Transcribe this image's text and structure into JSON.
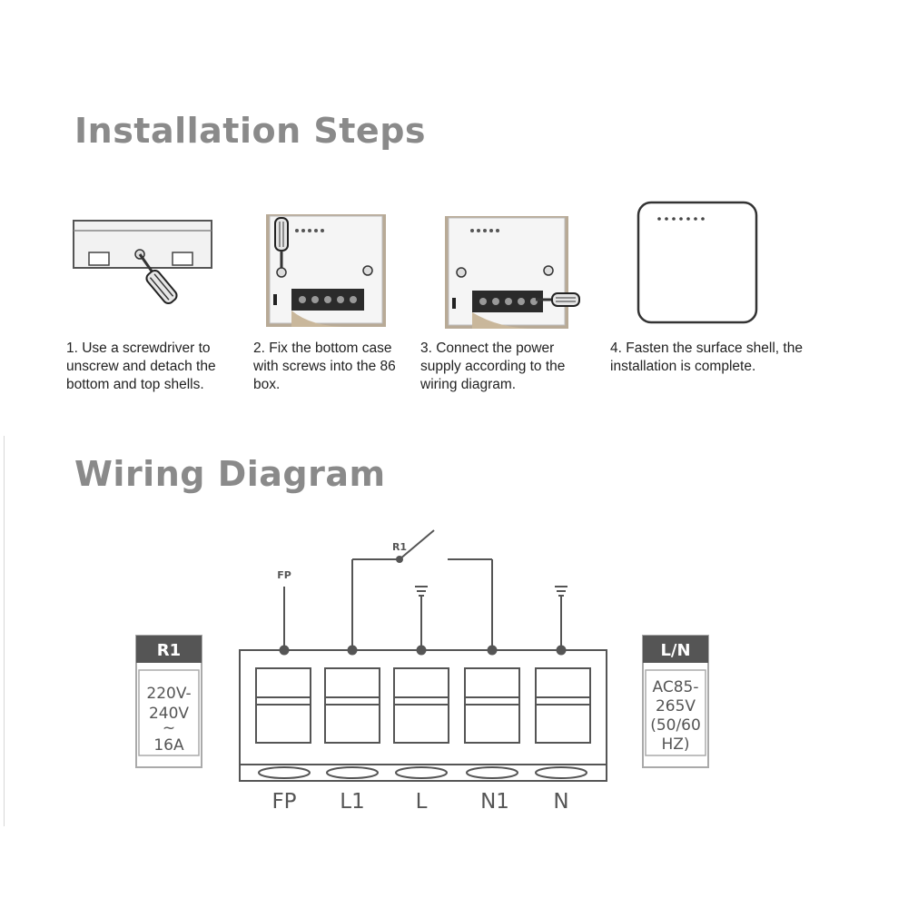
{
  "installation": {
    "heading": "Installation Steps",
    "steps": [
      {
        "text": "1. Use a screwdriver to unscrew and detach the bottom and top shells.",
        "icon": "screwdriver-unscrew-icon"
      },
      {
        "text": "2. Fix the bottom case with screws into the 86 box.",
        "icon": "bottom-case-screws-icon"
      },
      {
        "text": "3. Connect the power supply according to the wiring diagram.",
        "icon": "terminal-wiring-icon"
      },
      {
        "text": "4. Fasten the surface shell, the installation is complete.",
        "icon": "surface-shell-icon"
      }
    ]
  },
  "wiring": {
    "heading": "Wiring Diagram",
    "relay_label": "R1",
    "fp_label": "FP",
    "terminals": [
      "FP",
      "L1",
      "L",
      "N1",
      "N"
    ],
    "left_box": {
      "header": "R1",
      "lines": [
        "220V-",
        "240V",
        "~",
        "16A"
      ]
    },
    "right_box": {
      "header": "L/N",
      "lines": [
        "AC85-",
        "265V",
        "(50/60",
        "HZ)"
      ]
    }
  }
}
